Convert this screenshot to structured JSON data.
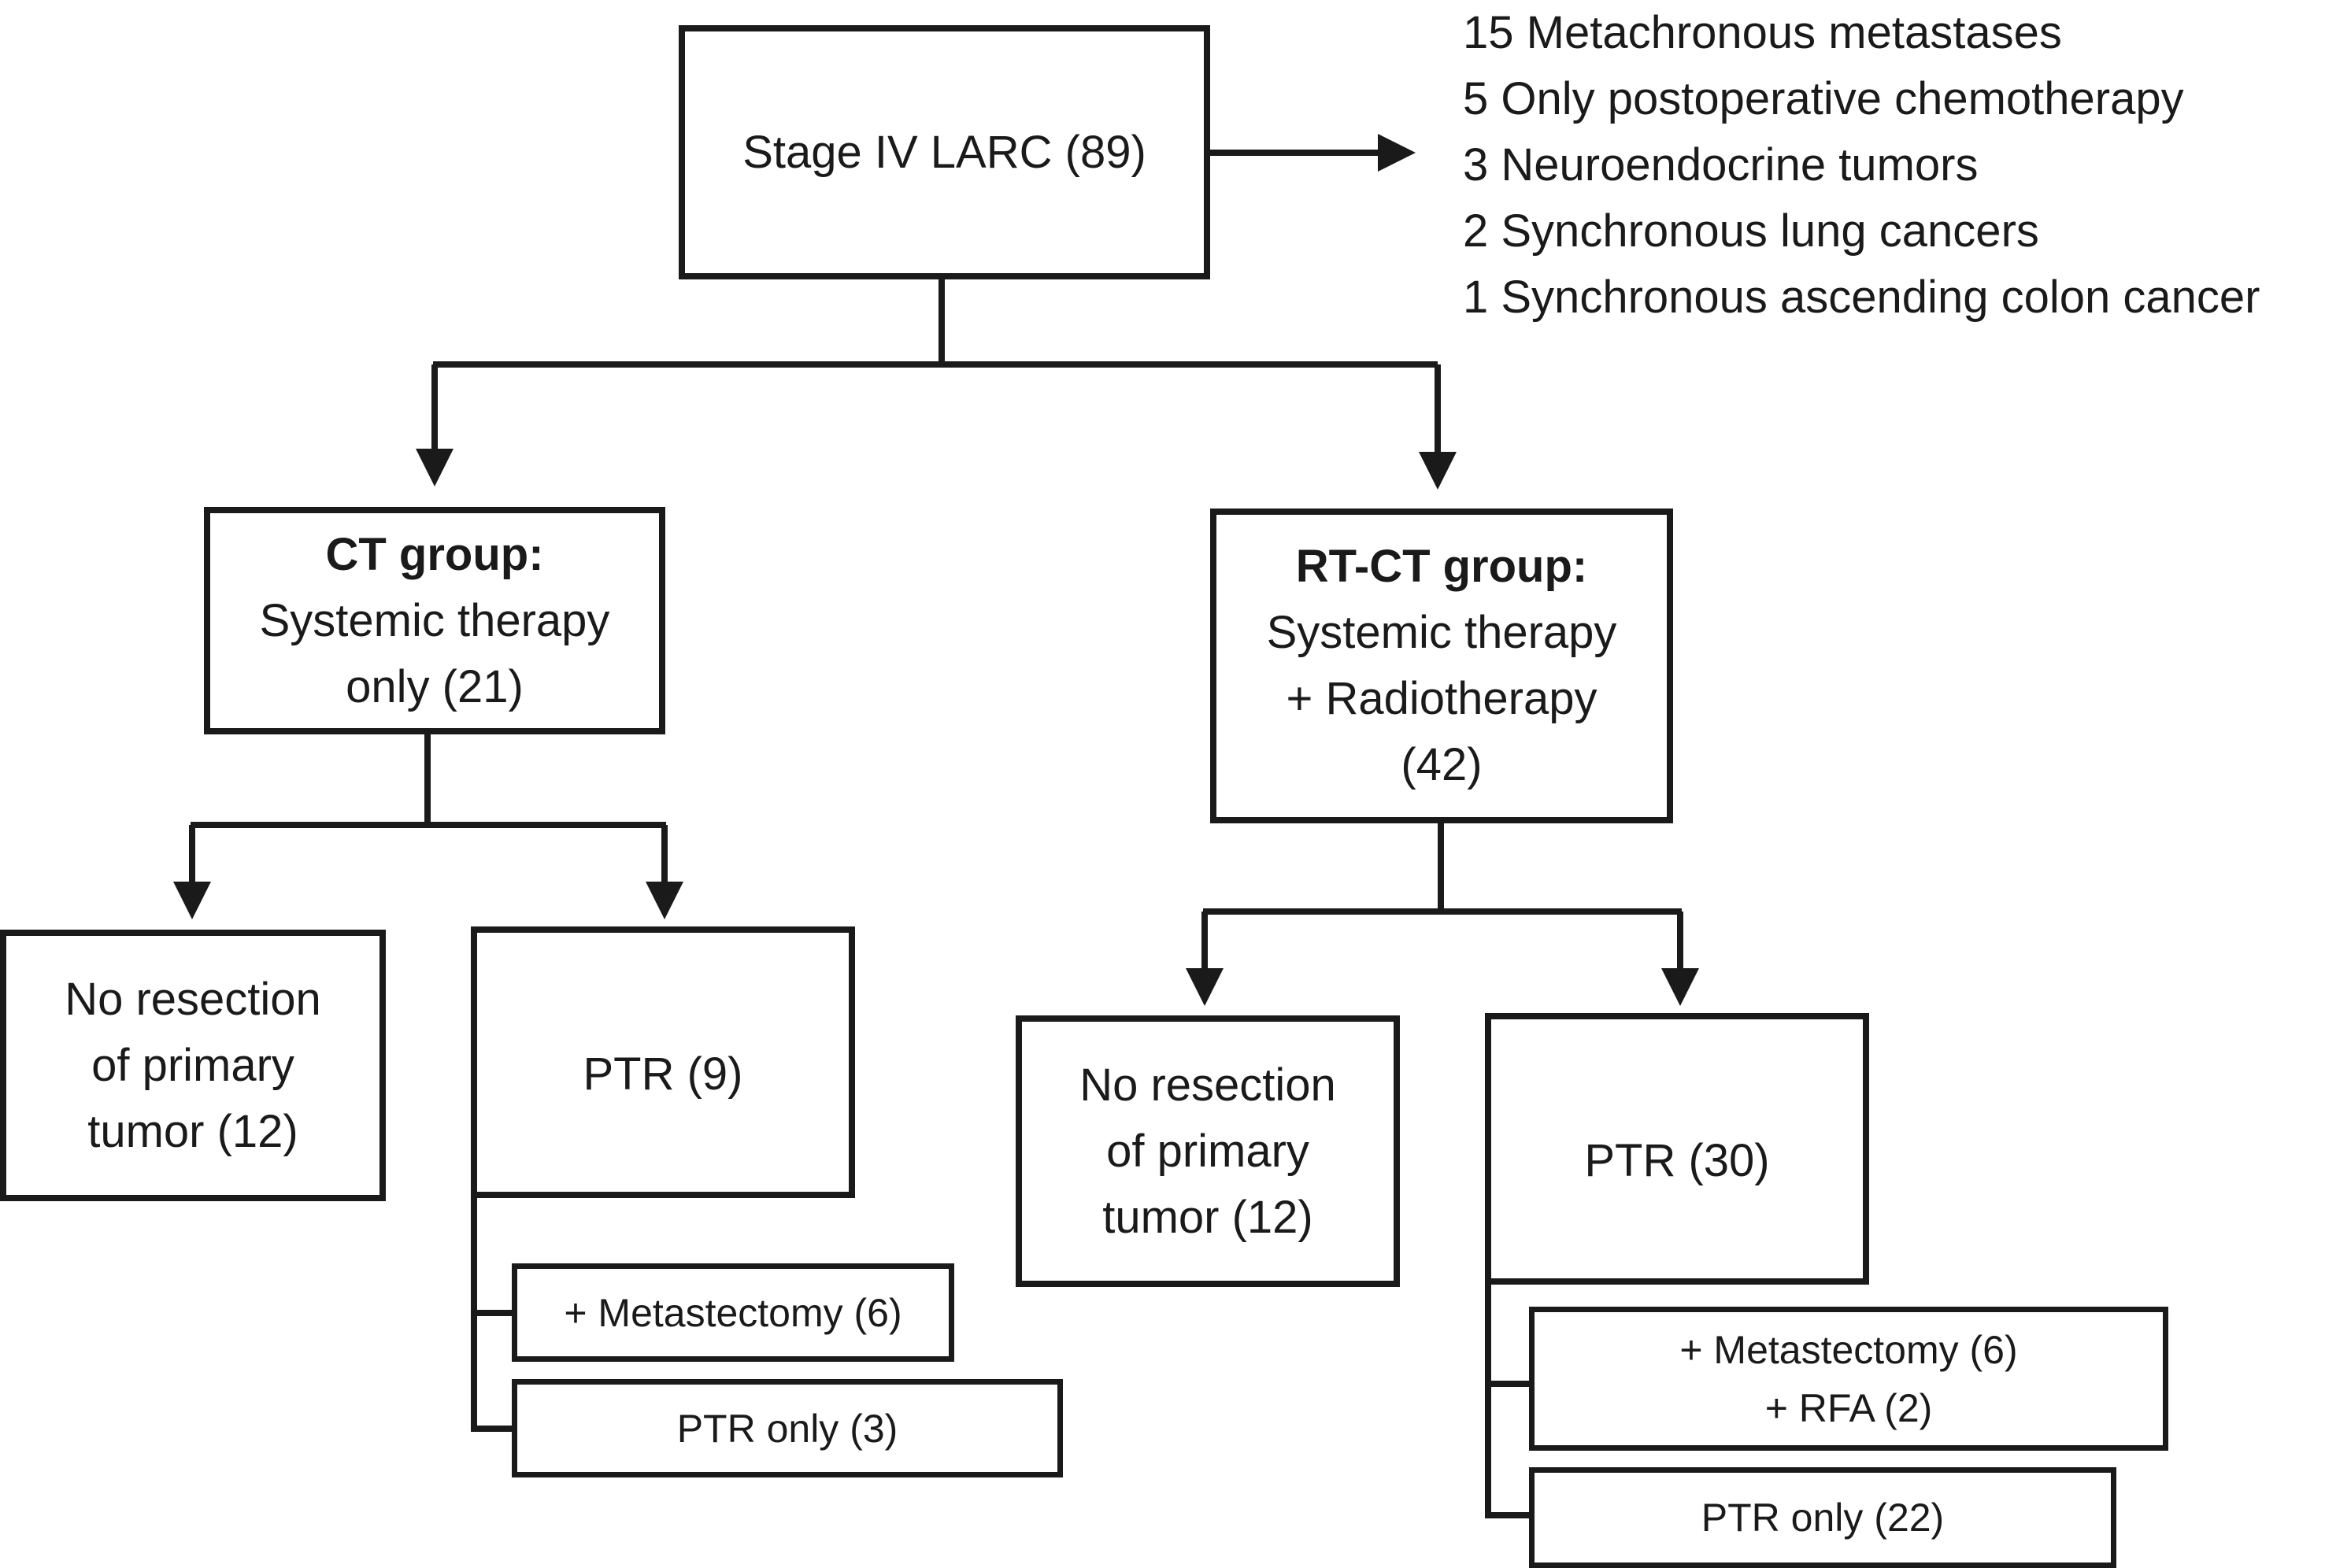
{
  "root": {
    "label": "Stage IV LARC (89)"
  },
  "exclusions": [
    "15 Metachronous metastases",
    "5 Only postoperative  chemotherapy",
    "3 Neuroendocrine tumors",
    "2 Synchronous lung cancers",
    "1 Synchronous ascending colon cancer"
  ],
  "ct_group": {
    "title": "CT group:",
    "line1": "Systemic therapy",
    "line2": "only (21)",
    "no_resection": {
      "line1": "No resection",
      "line2": "of primary",
      "line3": "tumor (12)"
    },
    "ptr": {
      "label": "PTR (9)"
    },
    "metastectomy": {
      "label": "+ Metastectomy (6)"
    },
    "ptr_only": {
      "label": "PTR only  (3)"
    }
  },
  "rtct_group": {
    "title": "RT-CT group:",
    "line1": "Systemic therapy",
    "line2": "+ Radiotherapy",
    "line3": "(42)",
    "no_resection": {
      "line1": "No resection",
      "line2": "of primary",
      "line3": "tumor (12)"
    },
    "ptr": {
      "label": "PTR (30)"
    },
    "metastectomy": {
      "line1": "+ Metastectomy (6)",
      "line2": "+ RFA (2)"
    },
    "ptr_only": {
      "label": "PTR only  (22)"
    }
  }
}
